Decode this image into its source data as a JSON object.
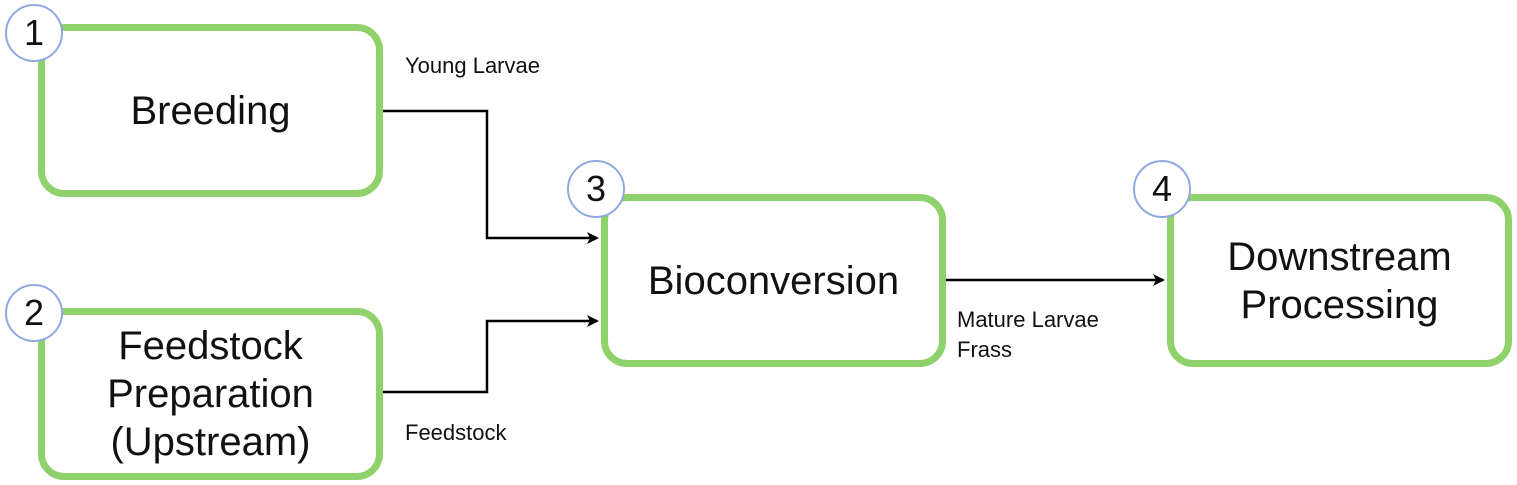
{
  "colors": {
    "box_border": "#8fd16b",
    "badge_border": "#8fa9e0",
    "arrow": "#000000",
    "text": "#111111"
  },
  "nodes": [
    {
      "id": "breeding",
      "number": "1",
      "label": "Breeding"
    },
    {
      "id": "feedstock-preparation",
      "number": "2",
      "label": "Feedstock\nPreparation\n(Upstream)"
    },
    {
      "id": "bioconversion",
      "number": "3",
      "label": "Bioconversion"
    },
    {
      "id": "downstream-processing",
      "number": "4",
      "label": "Downstream\nProcessing"
    }
  ],
  "edges": [
    {
      "from": "breeding",
      "to": "bioconversion",
      "label": "Young Larvae"
    },
    {
      "from": "feedstock-preparation",
      "to": "bioconversion",
      "label": "Feedstock"
    },
    {
      "from": "bioconversion",
      "to": "downstream-processing",
      "label": "Mature Larvae\nFrass"
    }
  ]
}
